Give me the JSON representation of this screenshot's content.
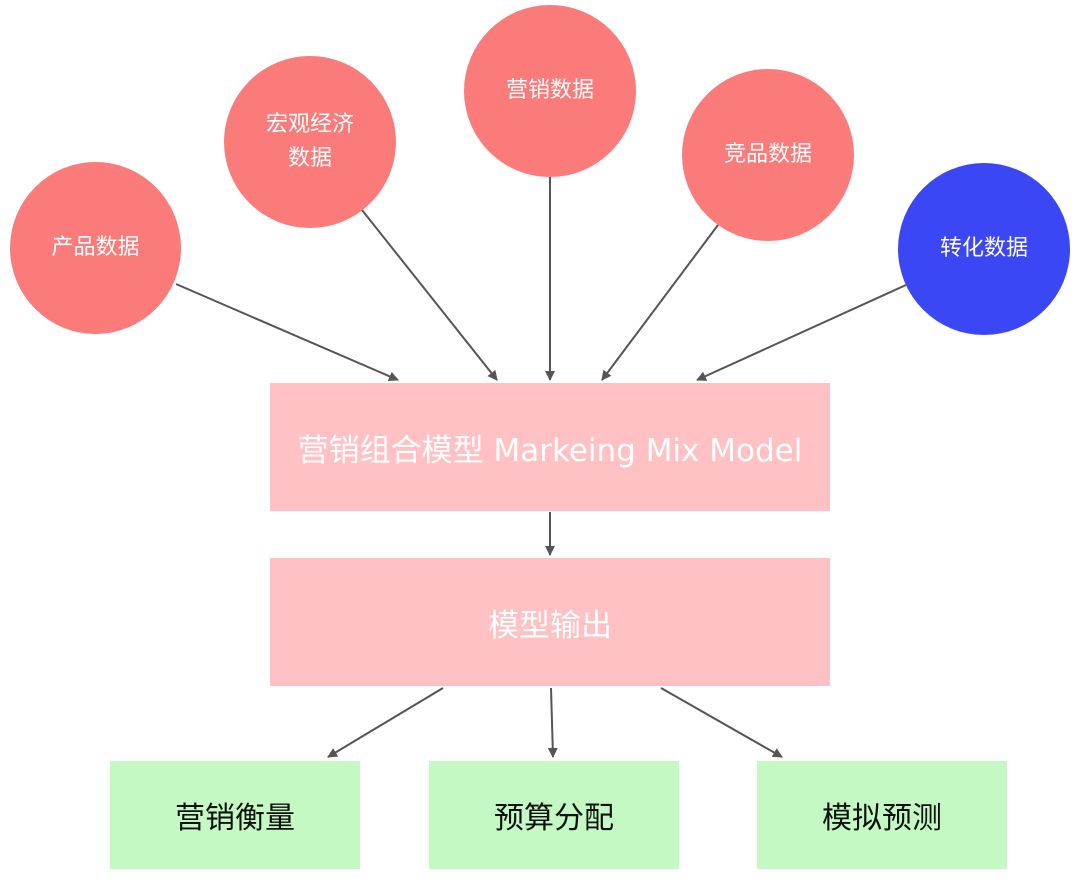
{
  "diagram": {
    "inputs": [
      {
        "id": "product",
        "label": "产品数据",
        "color": "#fb7a7a"
      },
      {
        "id": "macro",
        "label": "宏观经济\n数据",
        "color": "#fb7a7a"
      },
      {
        "id": "marketing",
        "label": "营销数据",
        "color": "#fb7a7a"
      },
      {
        "id": "compete",
        "label": "竞品数据",
        "color": "#fb7a7a"
      },
      {
        "id": "convert",
        "label": "转化数据",
        "color": "#3b47f4"
      }
    ],
    "model": {
      "label": "营销组合模型 Markeing Mix Model",
      "color": "#ffc1c3"
    },
    "output": {
      "label": "模型输出",
      "color": "#ffc1c3"
    },
    "applications": [
      {
        "id": "measure",
        "label": "营销衡量",
        "color": "#c4f9c4"
      },
      {
        "id": "budget",
        "label": "预算分配",
        "color": "#c4f9c4"
      },
      {
        "id": "forecast",
        "label": "模拟预测",
        "color": "#c4f9c4"
      }
    ],
    "edges": [
      {
        "from": "product",
        "to": "model"
      },
      {
        "from": "macro",
        "to": "model"
      },
      {
        "from": "marketing",
        "to": "model"
      },
      {
        "from": "compete",
        "to": "model"
      },
      {
        "from": "convert",
        "to": "model"
      },
      {
        "from": "model",
        "to": "output"
      },
      {
        "from": "output",
        "to": "measure"
      },
      {
        "from": "output",
        "to": "budget"
      },
      {
        "from": "output",
        "to": "forecast"
      }
    ],
    "arrow_color": "#555555"
  }
}
